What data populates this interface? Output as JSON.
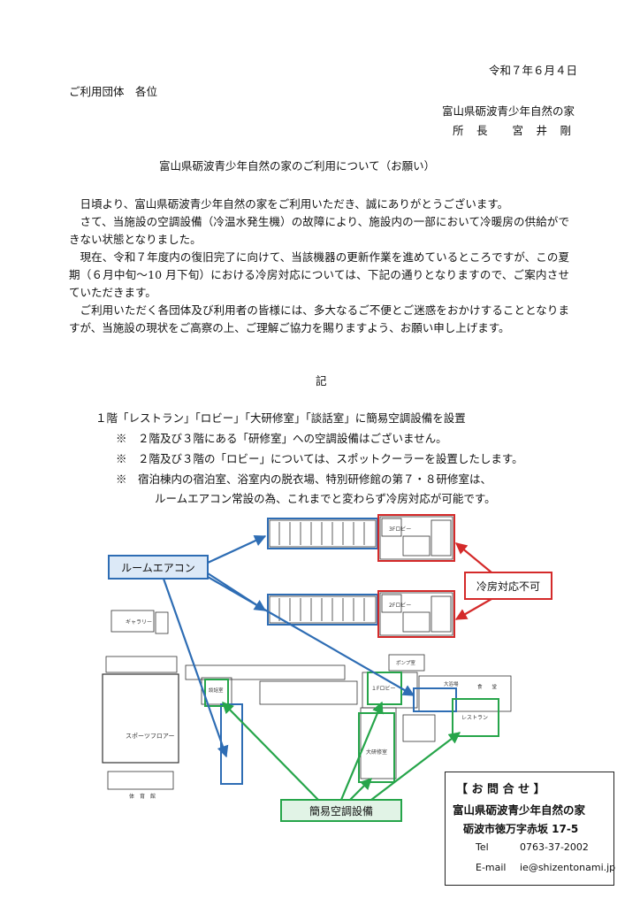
{
  "header": {
    "date": "令和７年６月４日",
    "recipient": "ご利用団体　各位",
    "sender_org": "富山県砺波青少年自然の家",
    "sender_title": "所　長　　宮　井　剛"
  },
  "title": "富山県砺波青少年自然の家のご利用について（お願い）",
  "body": {
    "p1": "日頃より、富山県砺波青少年自然の家をご利用いただき、誠にありがとうございます。",
    "p2": "さて、当施設の空調設備（冷温水発生機）の故障により、施設内の一部において冷暖房の供給ができない状態となりました。",
    "p3": "現在、令和７年度内の復旧完了に向けて、当該機器の更新作業を進めているところですが、この夏期（６月中旬～10 月下旬）における冷房対応については、下記の通りとなりますので、ご案内させていただきます。",
    "p4": "ご利用いただく各団体及び利用者の皆様には、多大なるご不便とご迷惑をおかけすることとなりますが、当施設の現状をご高察の上、ご理解ご協力を賜りますよう、お願い申し上げます。"
  },
  "ki": "記",
  "notes": {
    "main": "１階「レストラン」「ロビー」「大研修室」「談話室」に簡易空調設備を設置",
    "n1": "※　２階及び３階にある「研修室」への空調設備はございません。",
    "n2": "※　２階及び３階の「ロビー」については、スポットクーラーを設置したします。",
    "n3": "※　宿泊棟内の宿泊室、浴室内の脱衣場、特別研修館の第７・８研修室は、",
    "n3b": "ルームエアコン常設の為、これまでと変わらず冷房対応が可能です。"
  },
  "diagram": {
    "label_room_ac": "ルームエアコン",
    "label_no_cooling": "冷房対応不可",
    "label_simple_ac": "簡易空調設備",
    "room_labels": {
      "gallery": "ギャラリー",
      "sports_floor": "スポーツフロアー",
      "gym": "体　育　館",
      "lobby_1f": "１Fロビー",
      "large_training": "大研修室",
      "restaurant": "レストラン",
      "lobby_3f": "3Fロビー",
      "lobby_2f": "2Fロビー",
      "pump": "ポンプ室",
      "lounge": "談話室",
      "dining": "食　　堂",
      "large_bath": "大浴場"
    },
    "colors": {
      "blue": "#2e6db4",
      "red": "#d42a2a",
      "green": "#26a54a"
    }
  },
  "contact": {
    "heading": "【 お 問 合 せ 】",
    "org": "富山県砺波青少年自然の家",
    "address": "砺波市徳万字赤坂 17-5",
    "tel_label": "Tel",
    "tel": "0763-37-2002",
    "email_label": "E-mail",
    "email": "ie@shizentonami.jp"
  }
}
